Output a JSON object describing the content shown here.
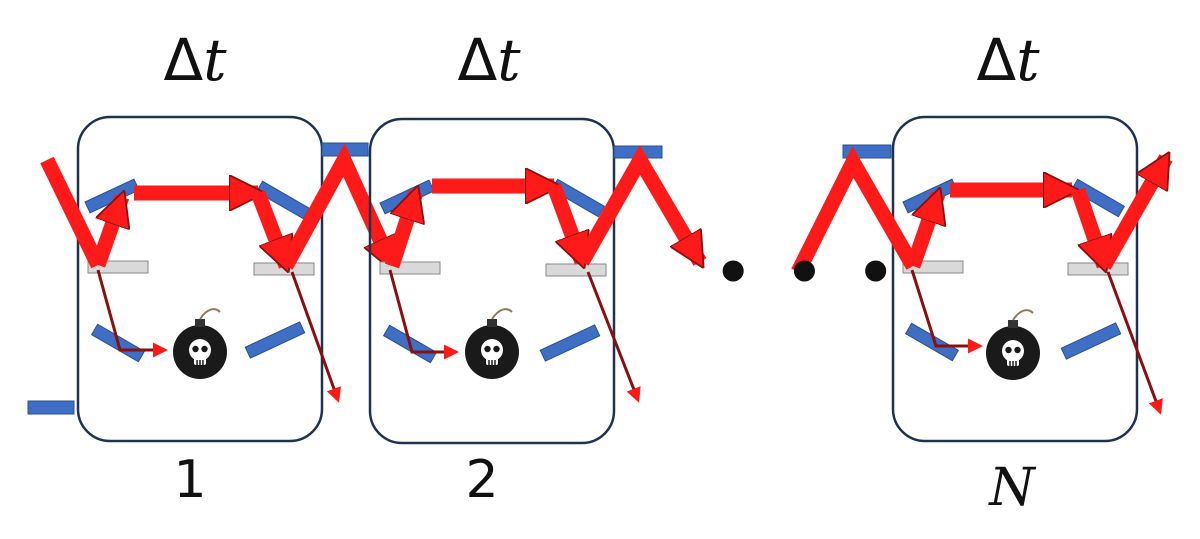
{
  "stages": [
    {
      "time_label": "Δt",
      "index_label": "1"
    },
    {
      "time_label": "Δt",
      "index_label": "2"
    },
    {
      "time_label": "Δt",
      "index_label": "N"
    }
  ],
  "ellipsis": "• • •",
  "colors": {
    "beam": "#ff1a1a",
    "mirror": "#3f6fc4",
    "beamsplitter": "#d9d9d9",
    "box_border": "#1f3350",
    "bomb": "#1a1a1a"
  },
  "icons": [
    "bomb-icon",
    "skull-icon"
  ]
}
